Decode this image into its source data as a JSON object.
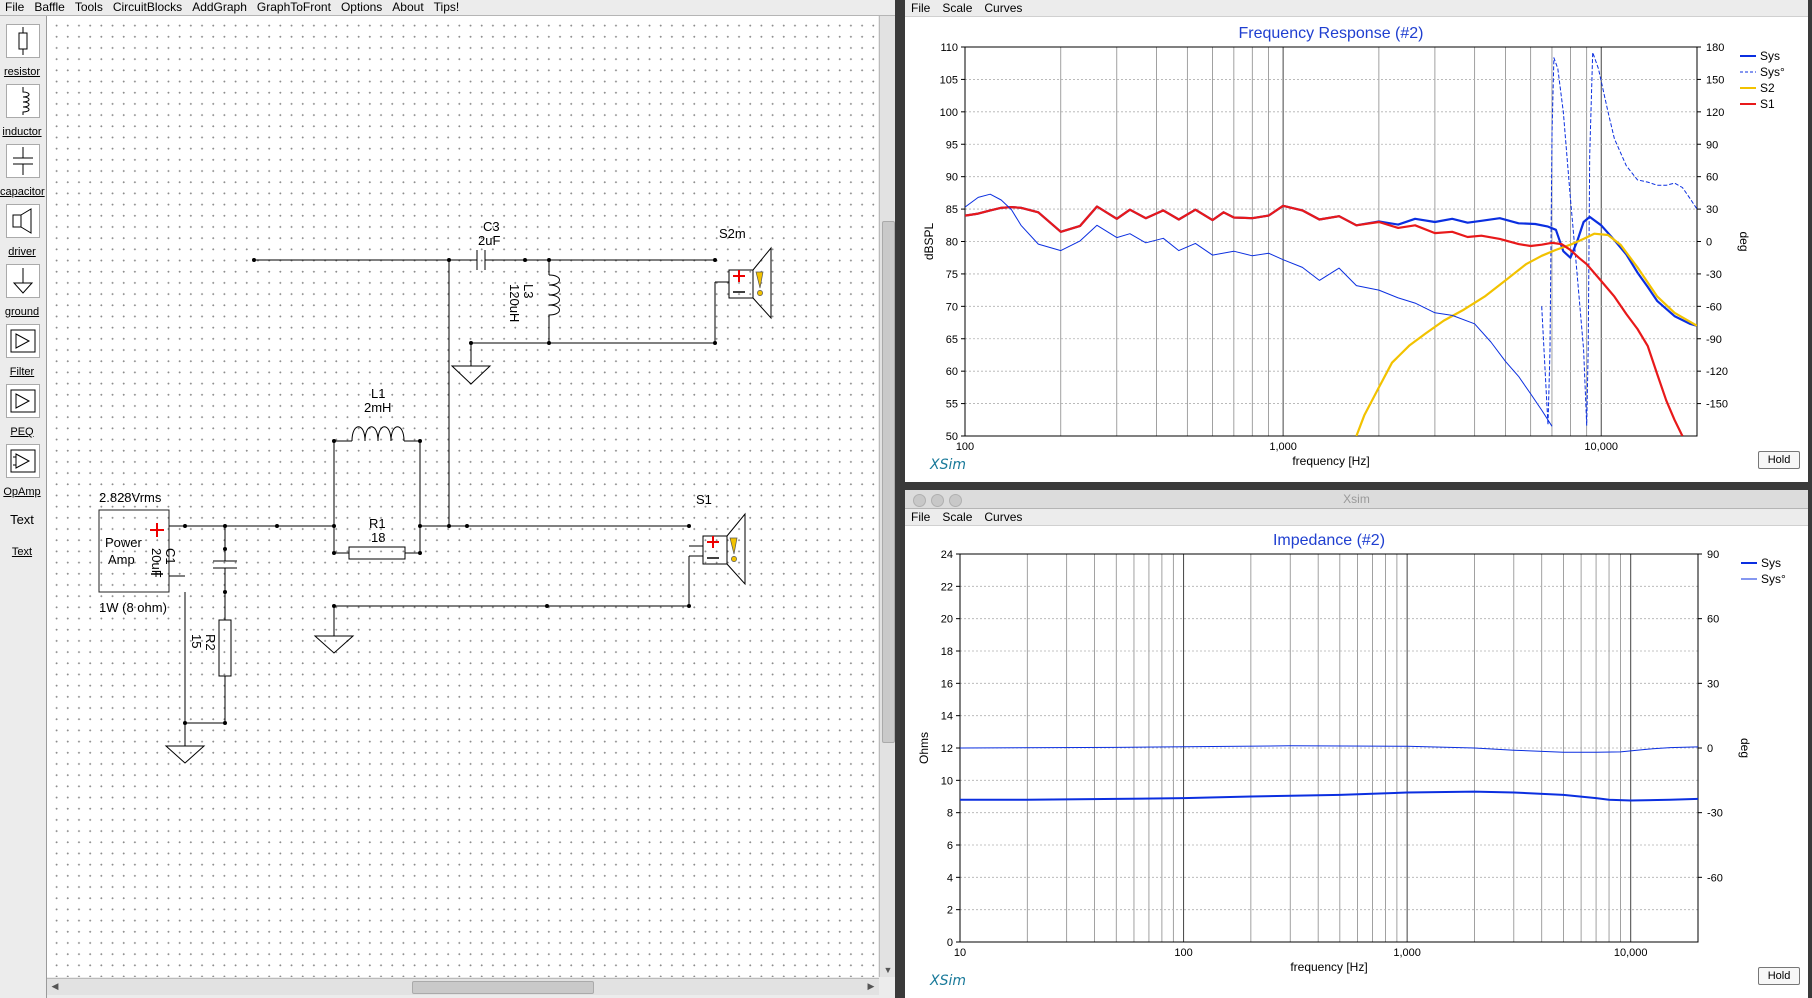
{
  "main_window": {
    "menu": [
      "File",
      "Baffle",
      "Tools",
      "CircuitBlocks",
      "AddGraph",
      "GraphToFront",
      "Options",
      "About",
      "Tips!"
    ],
    "palette": [
      {
        "label": "resistor",
        "icon": "resistor-icon"
      },
      {
        "label": "inductor",
        "icon": "inductor-icon"
      },
      {
        "label": "capacitor",
        "icon": "capacitor-icon"
      },
      {
        "label": "driver",
        "icon": "driver-icon"
      },
      {
        "label": "ground",
        "icon": "ground-icon"
      },
      {
        "label": "Filter",
        "icon": "filter-icon"
      },
      {
        "label": "PEQ",
        "icon": "peq-icon"
      },
      {
        "label": "OpAmp",
        "icon": "opamp-icon"
      },
      {
        "label": "Text",
        "icon": "text-icon"
      }
    ],
    "palette_text_icon": "Text"
  },
  "circuit": {
    "amp_voltage": "2.828Vrms",
    "amp_label_1": "Power",
    "amp_label_2": "Amp",
    "amp_rating": "1W (8 ohm)",
    "c1_name": "C1",
    "c1_value": "20uF",
    "r2_name": "R2",
    "r2_value": "15",
    "l1_name": "L1",
    "l1_value": "2mH",
    "r1_name": "R1",
    "r1_value": "18",
    "c3_name": "C3",
    "c3_value": "2uF",
    "l3_name": "L3",
    "l3_value": "120uH",
    "s1_name": "S1",
    "s2_name": "S2m"
  },
  "freq_window": {
    "menu": [
      "File",
      "Scale",
      "Curves"
    ],
    "hold": "Hold",
    "brand": "XSim",
    "chart_data": {
      "type": "line",
      "title": "Frequency Response (#2)",
      "xlabel": "frequency [Hz]",
      "ylabel": "dBSPL",
      "y2label": "deg",
      "x_scale": "log",
      "xlim": [
        100,
        20000
      ],
      "ylim": [
        50,
        110
      ],
      "y2lim": [
        -180,
        180
      ],
      "x_ticks": [
        "100",
        "1,000",
        "10,000"
      ],
      "y_ticks": [
        "50",
        "55",
        "60",
        "65",
        "70",
        "75",
        "80",
        "85",
        "90",
        "95",
        "100",
        "105",
        "110"
      ],
      "y2_ticks": [
        "-150",
        "-120",
        "-90",
        "-60",
        "-30",
        "0",
        "30",
        "60",
        "90",
        "120",
        "150",
        "180"
      ],
      "legend_position": "top-right",
      "grid": true,
      "series": [
        {
          "name": "Sys",
          "axis": "y",
          "style": "solid",
          "color": "#0b2fe0",
          "width": 2.2,
          "x": [
            100,
            110,
            120,
            130,
            140,
            150,
            170,
            200,
            230,
            260,
            300,
            330,
            370,
            420,
            470,
            530,
            600,
            650,
            700,
            800,
            900,
            1000,
            1150,
            1300,
            1500,
            1700,
            2000,
            2300,
            2600,
            3000,
            3400,
            3800,
            4200,
            4800,
            5500,
            6200,
            6800,
            7200,
            7600,
            8000,
            8400,
            8800,
            9200,
            10000,
            11000,
            12000,
            13000,
            14000,
            15000,
            17000,
            19000,
            20000
          ],
          "y": [
            84,
            84.3,
            84.8,
            85.2,
            85.3,
            85.2,
            84.5,
            81.5,
            82.4,
            85.4,
            83.5,
            84.9,
            83.6,
            84.8,
            83.4,
            84.9,
            83.3,
            84.5,
            83.7,
            83.6,
            84,
            85.5,
            84.8,
            83.4,
            83.9,
            82.5,
            83.1,
            82.6,
            83.5,
            83,
            83.5,
            82.9,
            83.2,
            83.6,
            82.8,
            82.7,
            82.3,
            81.8,
            78.5,
            77.5,
            80,
            83,
            83.8,
            82.5,
            80.2,
            78,
            75.2,
            73,
            70.8,
            68.5,
            67.3,
            67
          ]
        },
        {
          "name": "Sys°",
          "axis": "y2",
          "style": "dashed",
          "color": "#0b2fe0",
          "width": 1,
          "x": [
            6500,
            6800,
            6900,
            7000,
            7100,
            7300,
            7600,
            8000,
            8400,
            8800,
            9000,
            9100,
            9200,
            9400,
            9800,
            10500,
            11000,
            12000,
            13000,
            14000,
            15000,
            16000,
            17000,
            18000,
            19000,
            20000
          ],
          "y": [
            -60,
            -170,
            -100,
            100,
            170,
            160,
            120,
            40,
            -30,
            -100,
            -170,
            -100,
            80,
            175,
            160,
            120,
            95,
            70,
            57,
            55,
            52,
            52,
            54,
            50,
            40,
            30
          ]
        },
        {
          "name": "S2",
          "axis": "y",
          "style": "solid",
          "color": "#f2c200",
          "width": 2.2,
          "x": [
            1700,
            1800,
            2000,
            2200,
            2500,
            2800,
            3200,
            3700,
            4300,
            5000,
            5800,
            6500,
            7200,
            8000,
            8800,
            9500,
            10500,
            11500,
            13000,
            15000,
            17000,
            20000
          ],
          "y": [
            50,
            53.2,
            57.5,
            61.3,
            64,
            65.8,
            67.8,
            69.5,
            71.5,
            74,
            76.5,
            77.8,
            78.7,
            79.5,
            80.4,
            81.2,
            81,
            79.5,
            76,
            71.5,
            69,
            67
          ]
        },
        {
          "name": "S1",
          "axis": "y",
          "style": "solid",
          "color": "#e8191a",
          "width": 2.2,
          "x": [
            100,
            110,
            120,
            130,
            140,
            150,
            170,
            200,
            230,
            260,
            300,
            330,
            370,
            420,
            470,
            530,
            600,
            650,
            700,
            800,
            900,
            1000,
            1150,
            1300,
            1500,
            1700,
            2000,
            2300,
            2600,
            3000,
            3400,
            3800,
            4200,
            4800,
            5500,
            6000,
            6500,
            7000,
            7500,
            8000,
            8500,
            9000,
            10000,
            11000,
            12000,
            13000,
            14000,
            15000,
            16000,
            17000,
            18000
          ],
          "y": [
            84,
            84.3,
            84.8,
            85.2,
            85.3,
            85.2,
            84.5,
            81.5,
            82.4,
            85.4,
            83.5,
            84.9,
            83.6,
            84.8,
            83.4,
            84.9,
            83.3,
            84.5,
            83.7,
            83.6,
            84,
            85.5,
            84.8,
            83.4,
            83.9,
            82.5,
            83,
            82.1,
            82.5,
            81.3,
            81.5,
            80.7,
            80.9,
            80.4,
            79.6,
            79.3,
            79.5,
            79.8,
            79.6,
            78.7,
            77.5,
            76.5,
            73.9,
            71.5,
            68.8,
            66.5,
            63.9,
            59.5,
            55.5,
            52.5,
            50
          ]
        },
        {
          "name": "",
          "axis": "y",
          "style": "solid",
          "color": "#0b2fe0",
          "width": 1,
          "x": [
            100,
            110,
            120,
            130,
            140,
            150,
            170,
            200,
            230,
            260,
            300,
            330,
            370,
            420,
            470,
            530,
            600,
            700,
            800,
            900,
            1000,
            1150,
            1300,
            1500,
            1700,
            2000,
            2300,
            2600,
            3000,
            3400,
            4000,
            4500,
            5000,
            5500,
            6000,
            6500,
            7000
          ],
          "y": [
            85.3,
            86.8,
            87.3,
            86.4,
            84.9,
            82.5,
            79.6,
            78.6,
            80.1,
            82.5,
            80.6,
            81.2,
            79.8,
            80.5,
            78.6,
            79.7,
            77.9,
            78.5,
            77.8,
            78.2,
            77.2,
            76,
            74,
            75.9,
            73.2,
            72.5,
            71.3,
            70.5,
            69,
            68.6,
            67.3,
            64.5,
            61.5,
            59.2,
            56.5,
            54,
            51.5
          ]
        }
      ]
    }
  },
  "imp_window": {
    "title": "Xsim",
    "menu": [
      "File",
      "Scale",
      "Curves"
    ],
    "hold": "Hold",
    "brand": "XSim",
    "chart_data": {
      "type": "line",
      "title": "Impedance (#2)",
      "xlabel": "frequency [Hz]",
      "ylabel": "Ohms",
      "y2label": "deg",
      "x_scale": "log",
      "xlim": [
        10,
        20000
      ],
      "ylim": [
        0,
        24
      ],
      "y2lim": [
        -90,
        90
      ],
      "x_ticks": [
        "10",
        "100",
        "1,000",
        "10,000"
      ],
      "y_ticks": [
        "0",
        "2",
        "4",
        "6",
        "8",
        "10",
        "12",
        "14",
        "16",
        "18",
        "20",
        "22",
        "24"
      ],
      "y2_ticks": [
        "-60",
        "-30",
        "0",
        "30",
        "60",
        "90"
      ],
      "legend_position": "top-right",
      "grid": true,
      "series": [
        {
          "name": "Sys",
          "axis": "y",
          "style": "solid",
          "color": "#0b2fe0",
          "width": 2,
          "x": [
            10,
            20,
            50,
            100,
            200,
            500,
            1000,
            2000,
            3000,
            5000,
            7000,
            8000,
            10000,
            15000,
            20000
          ],
          "y": [
            8.8,
            8.8,
            8.85,
            8.9,
            9.0,
            9.1,
            9.25,
            9.3,
            9.25,
            9.1,
            8.9,
            8.8,
            8.75,
            8.8,
            8.85
          ]
        },
        {
          "name": "Sys°",
          "axis": "y2",
          "style": "solid",
          "color": "#0b2fe0",
          "width": 1,
          "x": [
            10,
            50,
            100,
            300,
            1000,
            2000,
            3000,
            5000,
            7000,
            9000,
            12000,
            15000,
            20000
          ],
          "y": [
            0,
            0.3,
            0.6,
            1,
            0.8,
            0,
            -1,
            -2,
            -2,
            -1.8,
            -0.5,
            0.2,
            0.5
          ]
        }
      ]
    }
  }
}
